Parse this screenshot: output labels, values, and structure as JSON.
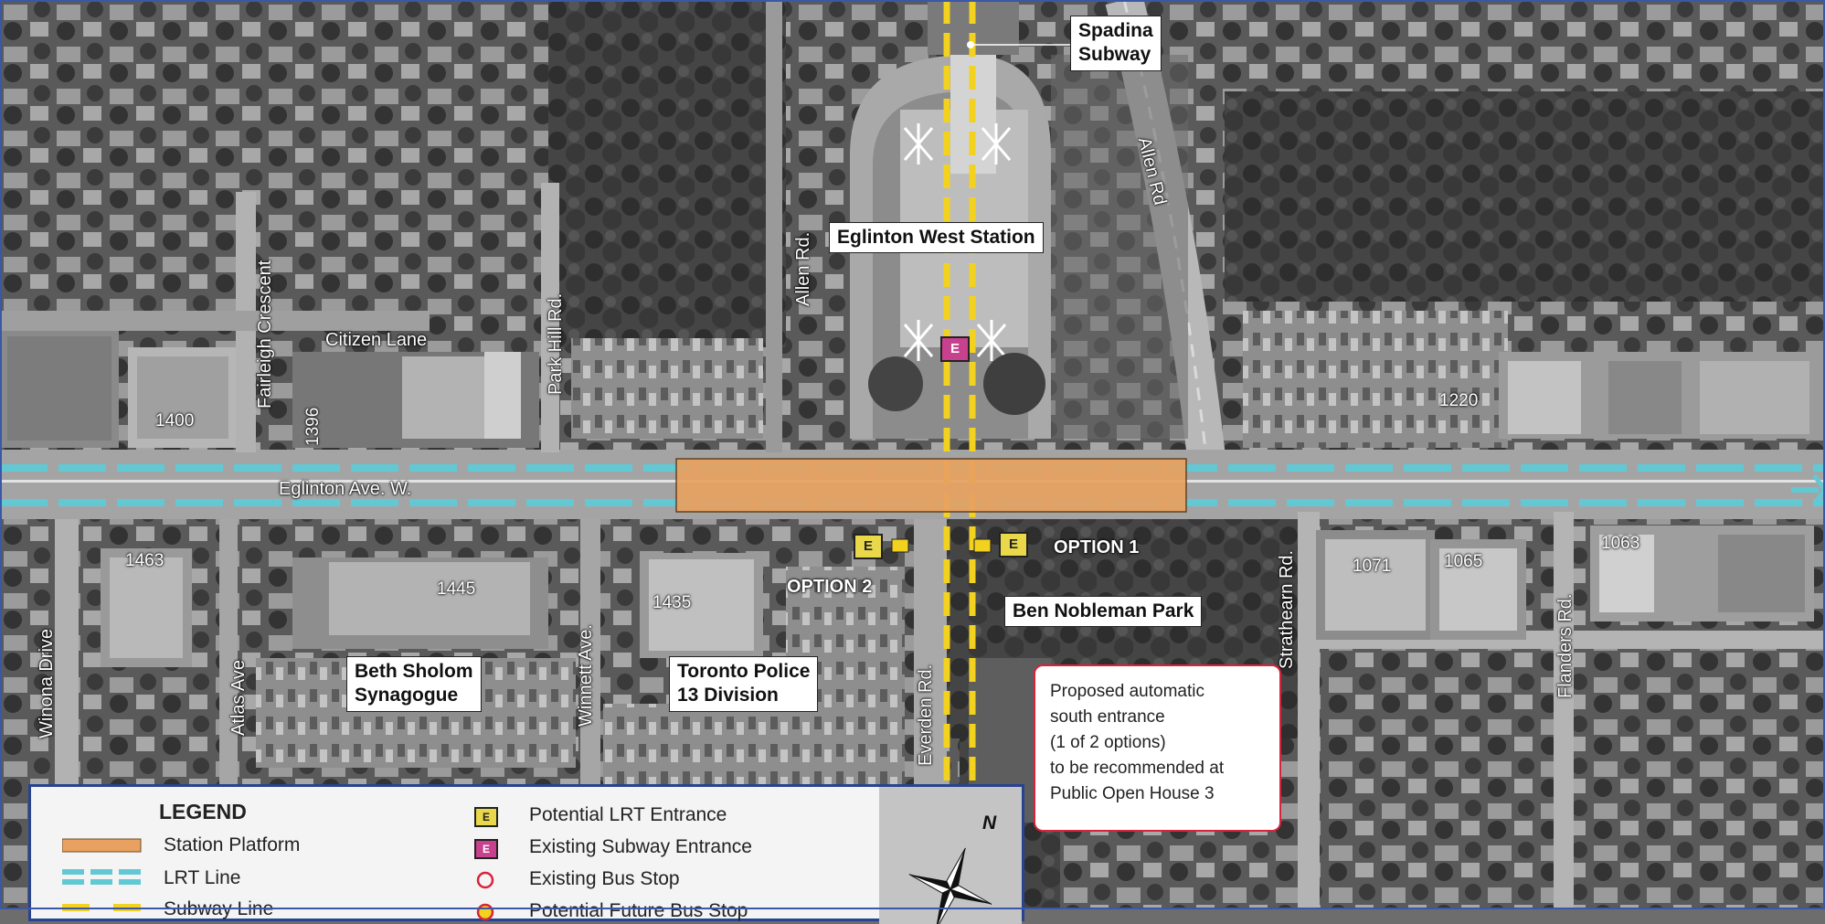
{
  "labels": {
    "spadina_subway": "Spadina\nSubway",
    "eglinton_west_station": "Eglinton West Station",
    "ben_nobleman_park": "Ben Nobleman Park",
    "beth_sholom": "Beth Sholom\nSynagogue",
    "toronto_police": "Toronto Police\n13 Division",
    "option_1": "OPTION 1",
    "option_2": "OPTION 2"
  },
  "streets": {
    "allen_rd_north": "Allen Rd.",
    "allen_rd_ne": "Allen Rd",
    "fairleigh_crescent": "Fairleigh Crescent",
    "park_hill_rd": "Park Hill Rd.",
    "citizen_lane": "Citizen Lane",
    "eglinton_ave": "Eglinton Ave. W.",
    "winona_drive": "Winona Drive",
    "atlas_ave": "Atlas Ave",
    "winnett_ave": "Winnett Ave.",
    "everden_rd": "Everden Rd.",
    "strathearn_rd": "Strathearn Rd.",
    "flanders_rd": "Flanders Rd."
  },
  "building_numbers": {
    "n1400": "1400",
    "n1396": "1396",
    "n1220": "1220",
    "n1463": "1463",
    "n1445": "1445",
    "n1435": "1435",
    "n1071": "1071",
    "n1065": "1065",
    "n1063": "1063"
  },
  "entrance_letter": "E",
  "note": {
    "lines": [
      "Proposed automatic",
      "south entrance",
      "(1 of 2 options)",
      "to be recommended at",
      "Public Open House 3"
    ]
  },
  "legend": {
    "title": "LEGEND",
    "items": [
      {
        "label": "Station Platform"
      },
      {
        "label": "LRT Line"
      },
      {
        "label": "Subway Line"
      },
      {
        "label": "Potential LRT Entrance"
      },
      {
        "label": "Existing Subway Entrance"
      },
      {
        "label": "Existing Bus Stop"
      },
      {
        "label": "Potential Future Bus Stop"
      }
    ],
    "compass_letter": "N"
  },
  "colors": {
    "platform": "#e8a160",
    "lrt": "#62c9d4",
    "subway": "#f2d21f",
    "potential_entrance": "#e8d84a",
    "subway_entrance": "#c8418e",
    "note_border": "#d8243a",
    "legend_border": "#28438f"
  }
}
